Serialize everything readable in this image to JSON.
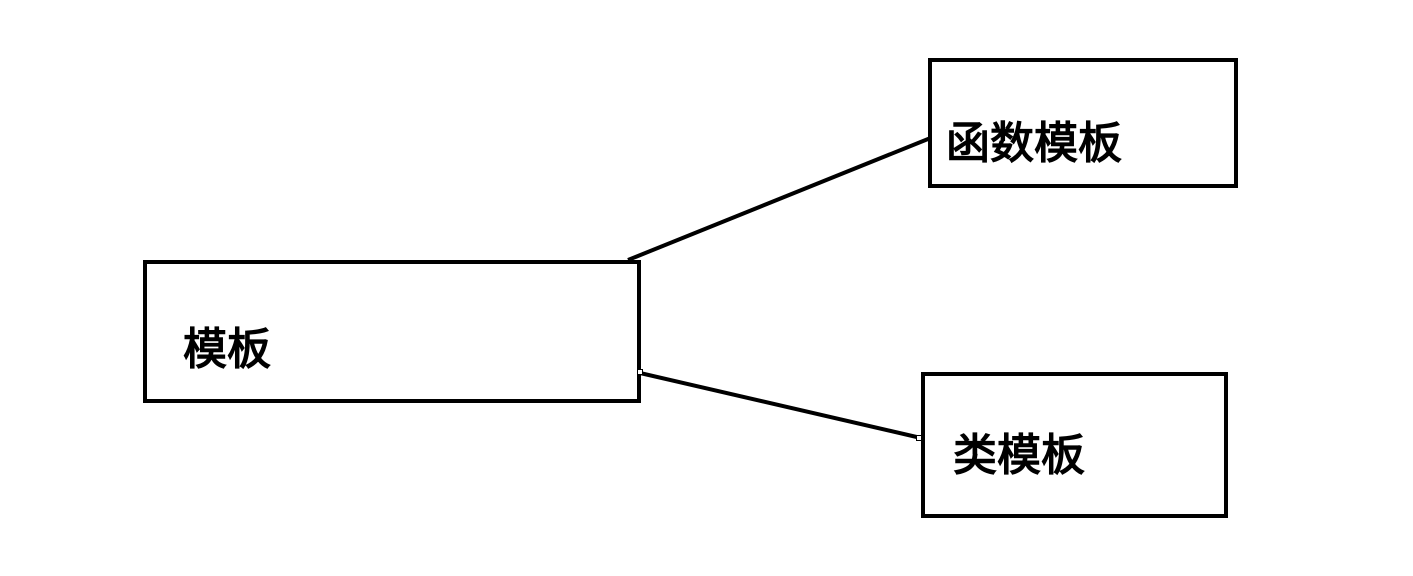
{
  "diagram": {
    "root": {
      "label": "模板"
    },
    "children": [
      {
        "label": "函数模板"
      },
      {
        "label": "类模板"
      }
    ]
  }
}
